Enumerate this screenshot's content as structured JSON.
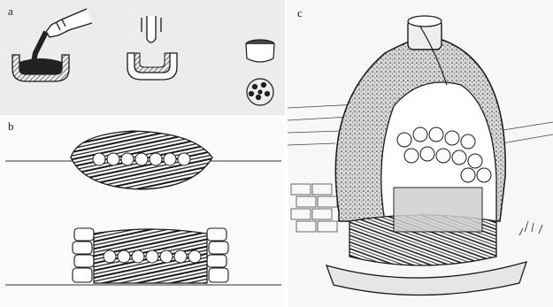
{
  "panels": {
    "a": {
      "label": "a"
    },
    "b": {
      "label": "b"
    },
    "c": {
      "label": "c"
    }
  },
  "colors": {
    "ink": "#1a1a1a",
    "paper": "#ffffff",
    "panel_a_bg": "#ececec",
    "hatch": "#555555"
  }
}
